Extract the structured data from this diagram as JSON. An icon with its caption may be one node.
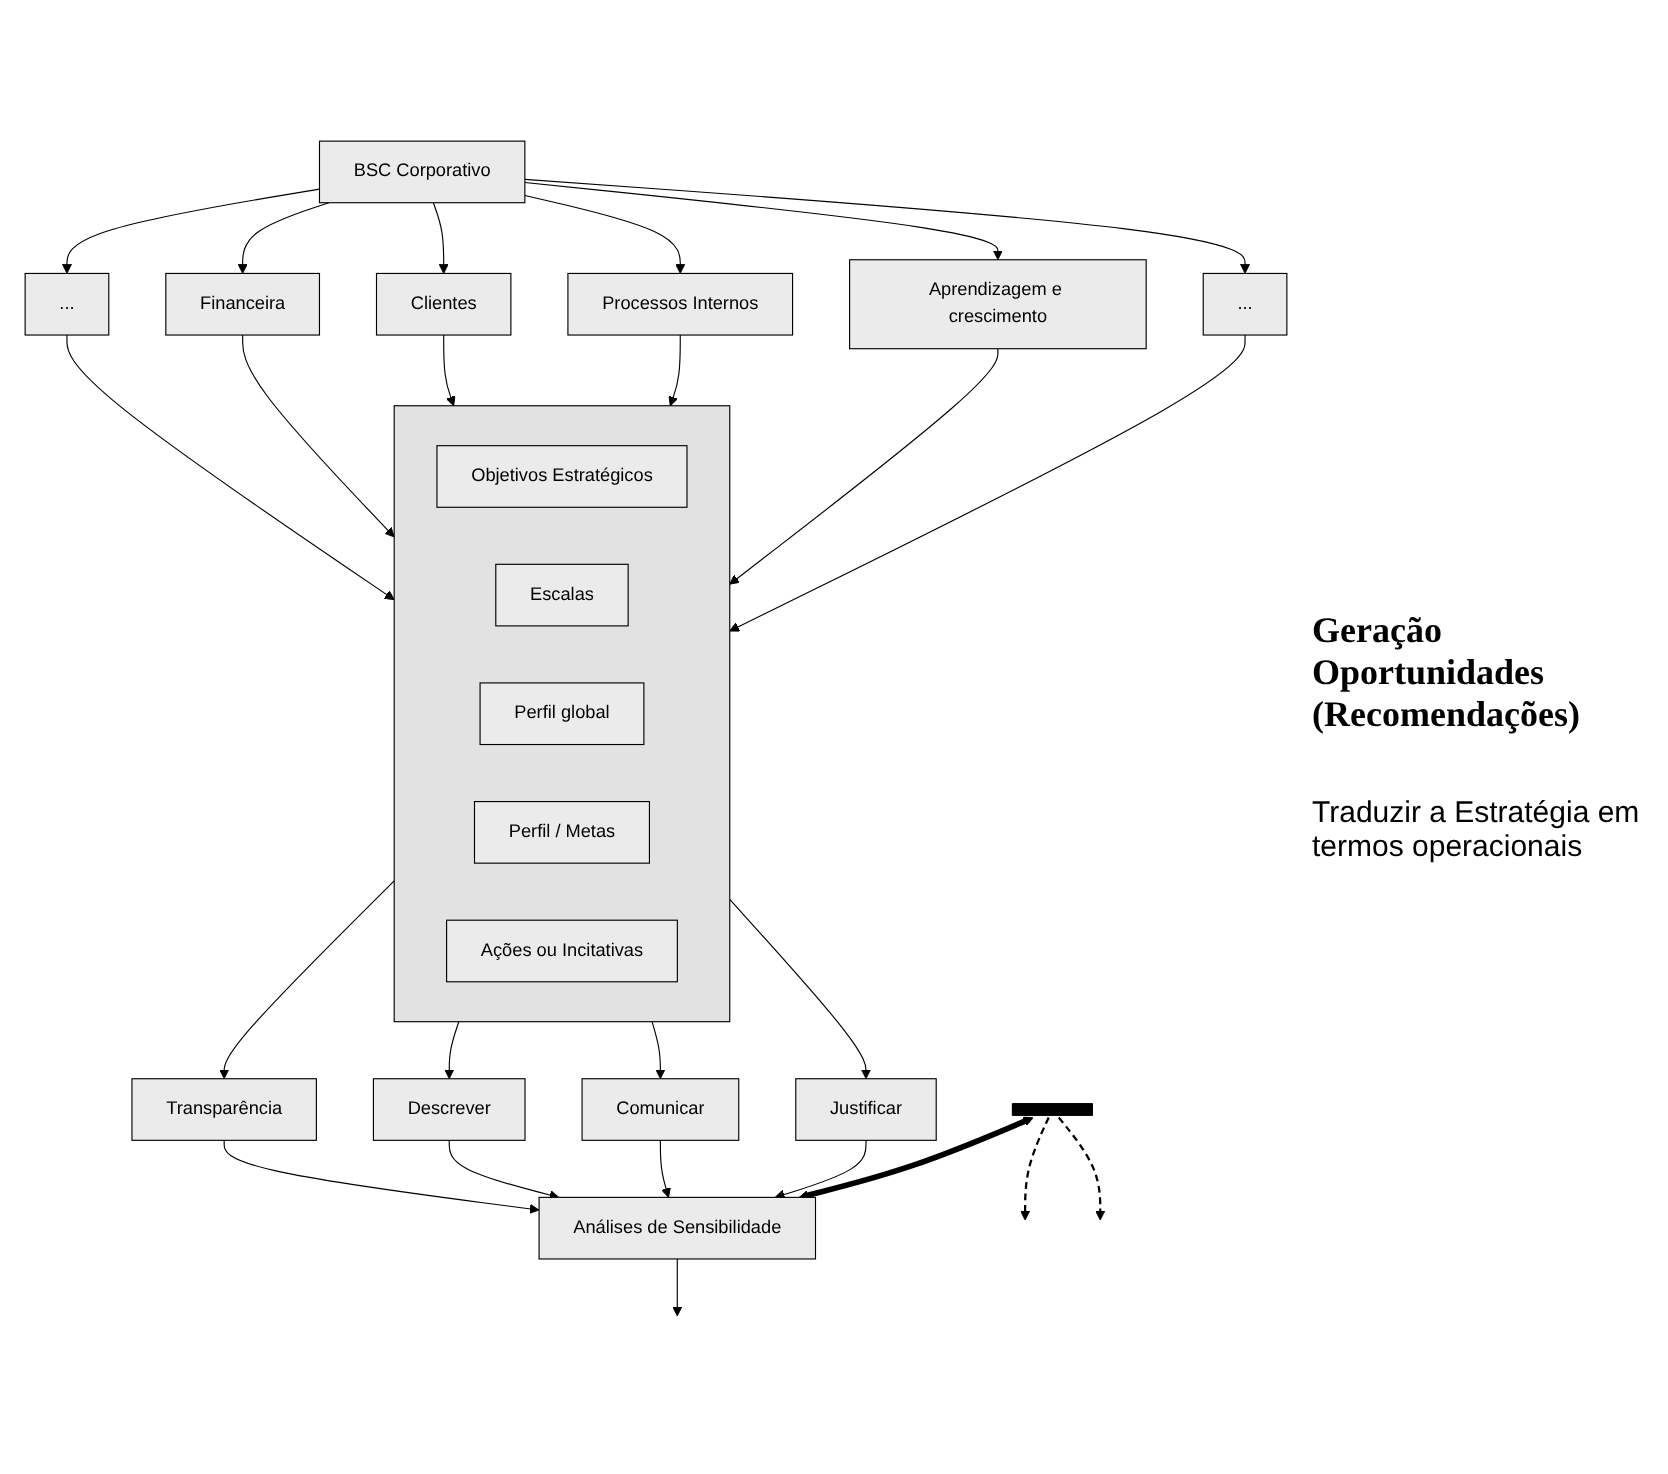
{
  "diagram": {
    "nodes": [
      {
        "text": [
          "BSC Corporativo"
        ]
      },
      {
        "text": [
          "..."
        ]
      },
      {
        "text": [
          "Financeira"
        ]
      },
      {
        "text": [
          "Clientes"
        ]
      },
      {
        "text": [
          "Processos Internos"
        ]
      },
      {
        "text": [
          "Aprendizagem e crescimento"
        ]
      },
      {
        "text": [
          "..."
        ]
      },
      {
        "text": [],
        "shape": "box"
      },
      {
        "text": [
          "Objetivos Estratégicos"
        ],
        "in": 7
      },
      {
        "text": [
          "Escalas"
        ],
        "in": 7
      },
      {
        "text": [
          "Perfil global"
        ],
        "in": 7
      },
      {
        "text": [
          "Perfil / Metas"
        ],
        "in": 7
      },
      {
        "text": [
          "Ações ou Incitativas"
        ],
        "in": 7
      },
      {
        "text": [
          "Transparência"
        ]
      },
      {
        "text": [
          "Descrever"
        ]
      },
      {
        "text": [
          "Comunicar"
        ]
      },
      {
        "text": [
          "Justificar"
        ]
      },
      {
        "text": [
          "Análises de Sensibilidade"
        ]
      },
      {
        "text": [],
        "shape": "bar"
      }
    ],
    "edges": [
      {
        "from": 0,
        "to": 1,
        "arrow": "to"
      },
      {
        "from": 0,
        "to": 2,
        "arrow": "to"
      },
      {
        "from": 0,
        "to": 3,
        "arrow": "to"
      },
      {
        "from": 0,
        "to": 4,
        "arrow": "to"
      },
      {
        "from": 0,
        "to": 5,
        "arrow": "to"
      },
      {
        "from": 0,
        "to": 6,
        "arrow": "to"
      },
      {
        "from": 1,
        "to": 7,
        "arrow": "to"
      },
      {
        "from": 2,
        "to": 7,
        "arrow": "to"
      },
      {
        "from": 3,
        "to": 7,
        "arrow": "to"
      },
      {
        "from": 4,
        "to": 7,
        "arrow": "to"
      },
      {
        "from": 5,
        "to": 7,
        "arrow": "to"
      },
      {
        "from": 6,
        "to": 7,
        "arrow": "to"
      },
      {
        "from": 7,
        "to": 13,
        "arrow": "to"
      },
      {
        "from": 7,
        "to": 14,
        "arrow": "to"
      },
      {
        "from": 7,
        "to": 15,
        "arrow": "to"
      },
      {
        "from": 7,
        "to": 16,
        "arrow": "to"
      },
      {
        "from": 13,
        "to": 17,
        "arrow": "to"
      },
      {
        "from": 14,
        "to": 17,
        "arrow": "to"
      },
      {
        "from": 15,
        "to": 17,
        "arrow": "to"
      },
      {
        "from": 16,
        "to": 17,
        "arrow": "to"
      },
      {
        "from": 17,
        "to": null,
        "arrow": "to"
      },
      {
        "from": 18,
        "to": 17,
        "arrow": "both",
        "style": "thick"
      },
      {
        "from": 18,
        "to": null,
        "arrow": "to",
        "style": "dashed"
      },
      {
        "from": 18,
        "to": null,
        "arrow": "to",
        "style": "dashed"
      }
    ],
    "labels": [
      "Geração Oportunidades (Recomendações)",
      "Traduzir a Estratégia em termos operacionais"
    ]
  }
}
